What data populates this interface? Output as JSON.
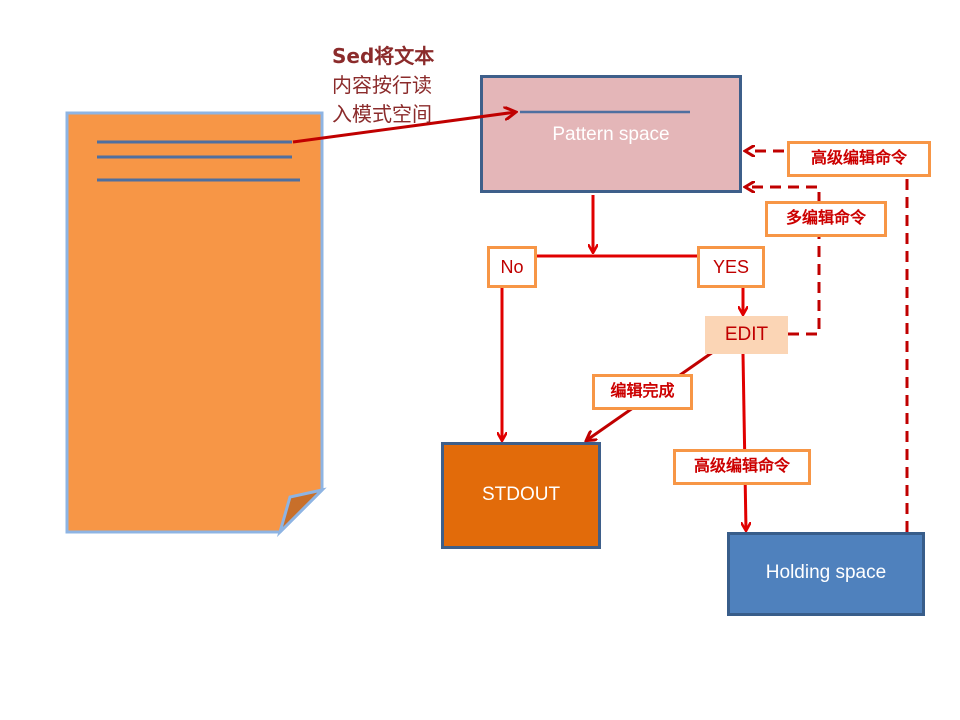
{
  "diagram": {
    "caption": {
      "line1": "Sed将文本",
      "line2": "内容按行读",
      "line3": "入模式空间"
    },
    "nodes": {
      "document": {
        "label": "",
        "fill": "#f79646",
        "border": "#8eb4e3"
      },
      "pattern_space": {
        "label": "Pattern  space",
        "fill": "#e4b6b8",
        "border": "#3e5f8a"
      },
      "stdout": {
        "label": "STDOUT",
        "fill": "#e26b0a",
        "border": "#3e5f8a"
      },
      "holding_space": {
        "label": "Holding space",
        "fill": "#4f81bd",
        "border": "#385d8a"
      },
      "edit": {
        "label": "EDIT",
        "fill": "#fbd5b5"
      }
    },
    "branches": {
      "no": "No",
      "yes": "YES"
    },
    "edge_labels": {
      "advanced_top": "高级编辑命令",
      "multi_edit": "多编辑命令",
      "edit_done": "编辑完成",
      "advanced_bottom": "高级编辑命令"
    },
    "colors": {
      "arrow_solid": "#e00000",
      "arrow_dashed": "#c00000",
      "tag_border": "#f79646",
      "text_lines": "#4f6fa0"
    }
  }
}
